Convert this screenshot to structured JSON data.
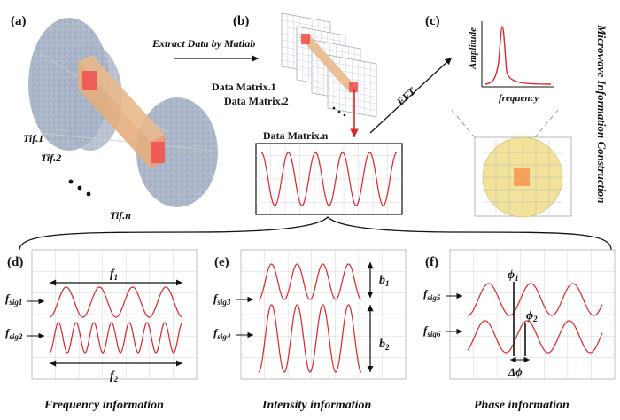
{
  "panels": {
    "a": {
      "label": "(a)",
      "tif_labels": [
        "Tif.1",
        "Tif.2",
        "Tif.n"
      ]
    },
    "b": {
      "label": "(b)",
      "arrow_text": "Extract Data by Matlab",
      "matrix_labels": [
        "Data Matrix.1",
        "Data Matrix.2",
        "Data Matrix.n"
      ]
    },
    "c": {
      "label": "(c)",
      "fft_text": "FFT",
      "ylabel": "Amplitude",
      "xlabel": "frequency",
      "side_title": "Microwave Information Construction"
    },
    "d": {
      "label": "(d)",
      "f_label_top": "f",
      "f_label_top_sub": "1",
      "f_label_bottom": "f",
      "f_label_bottom_sub": "2",
      "sig_top": "f",
      "sig_top_sub": "sig1",
      "sig_bottom": "f",
      "sig_bottom_sub": "sig2",
      "caption": "Frequency information"
    },
    "e": {
      "label": "(e)",
      "b_top": "b",
      "b_top_sub": "1",
      "b_bottom": "b",
      "b_bottom_sub": "2",
      "sig_top": "f",
      "sig_top_sub": "sig3",
      "sig_bottom": "f",
      "sig_bottom_sub": "sig4",
      "caption": "Intensity information"
    },
    "f": {
      "label": "(f)",
      "phi1": "ϕ",
      "phi1_sub": "1",
      "phi2": "ϕ",
      "phi2_sub": "2",
      "delta_phi": "Δϕ",
      "sig_top": "f",
      "sig_top_sub": "sig5",
      "sig_bottom": "f",
      "sig_bottom_sub": "sig6",
      "caption": "Phase information"
    }
  },
  "colors": {
    "wave": "#d9262b",
    "beam_fill": "#e8b98c",
    "beam_core": "#f05050",
    "disc": "#a9b5cc",
    "yellow_disc": "#f3e39a",
    "grid": "#c8c8c8"
  }
}
